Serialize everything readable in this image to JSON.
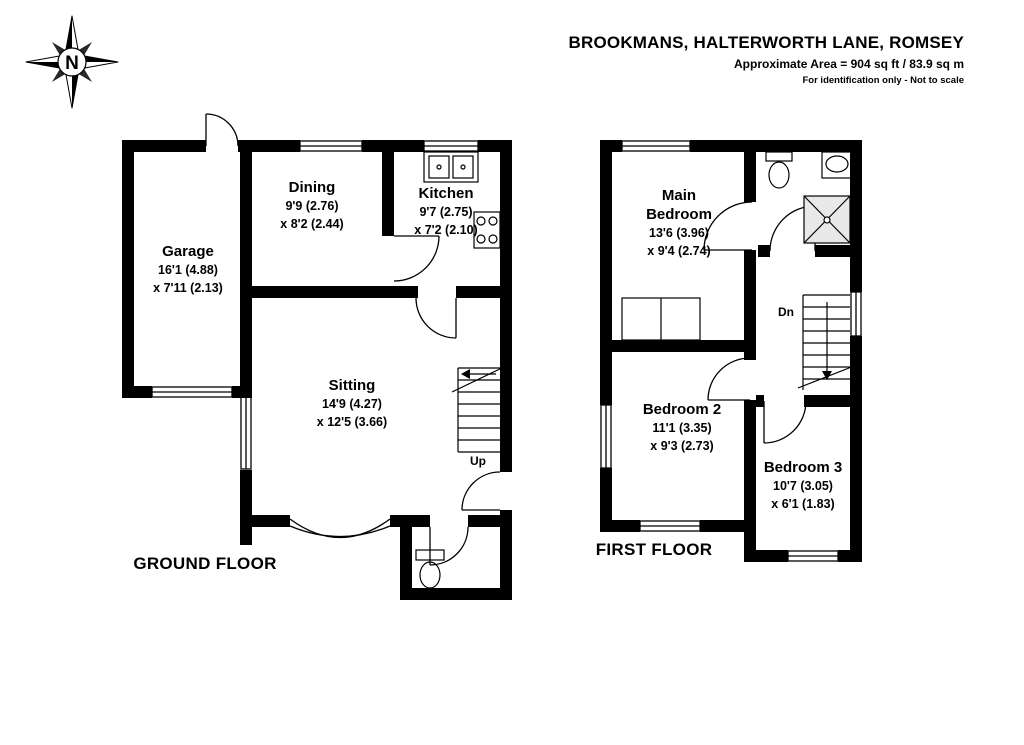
{
  "header": {
    "title": "BROOKMANS, HALTERWORTH LANE, ROMSEY",
    "area": "Approximate Area = 904 sq ft / 83.9 sq m",
    "disclaimer": "For identification only - Not to scale"
  },
  "compass": {
    "north": "N"
  },
  "colors": {
    "walls": "#000000",
    "text": "#000000",
    "background": "#ffffff"
  },
  "floors": {
    "ground": {
      "label": "GROUND FLOOR",
      "stairs_label": "Up",
      "rooms": {
        "garage": {
          "name": "Garage",
          "line1": "16'1 (4.88)",
          "line2": "x 7'11 (2.13)"
        },
        "dining": {
          "name": "Dining",
          "line1": "9'9 (2.76)",
          "line2": "x 8'2 (2.44)"
        },
        "kitchen": {
          "name": "Kitchen",
          "line1": "9'7 (2.75)",
          "line2": "x 7'2 (2.10)"
        },
        "sitting": {
          "name": "Sitting",
          "line1": "14'9 (4.27)",
          "line2": "x 12'5 (3.66)"
        }
      }
    },
    "first": {
      "label": "FIRST FLOOR",
      "stairs_label": "Dn",
      "rooms": {
        "main_bedroom": {
          "name": "Main Bedroom",
          "line1": "13'6 (3.96)",
          "line2": "x 9'4 (2.74)"
        },
        "bedroom2": {
          "name": "Bedroom 2",
          "line1": "11'1 (3.35)",
          "line2": "x 9'3 (2.73)"
        },
        "bedroom3": {
          "name": "Bedroom 3",
          "line1": "10'7 (3.05)",
          "line2": "x 6'1 (1.83)"
        }
      }
    }
  }
}
